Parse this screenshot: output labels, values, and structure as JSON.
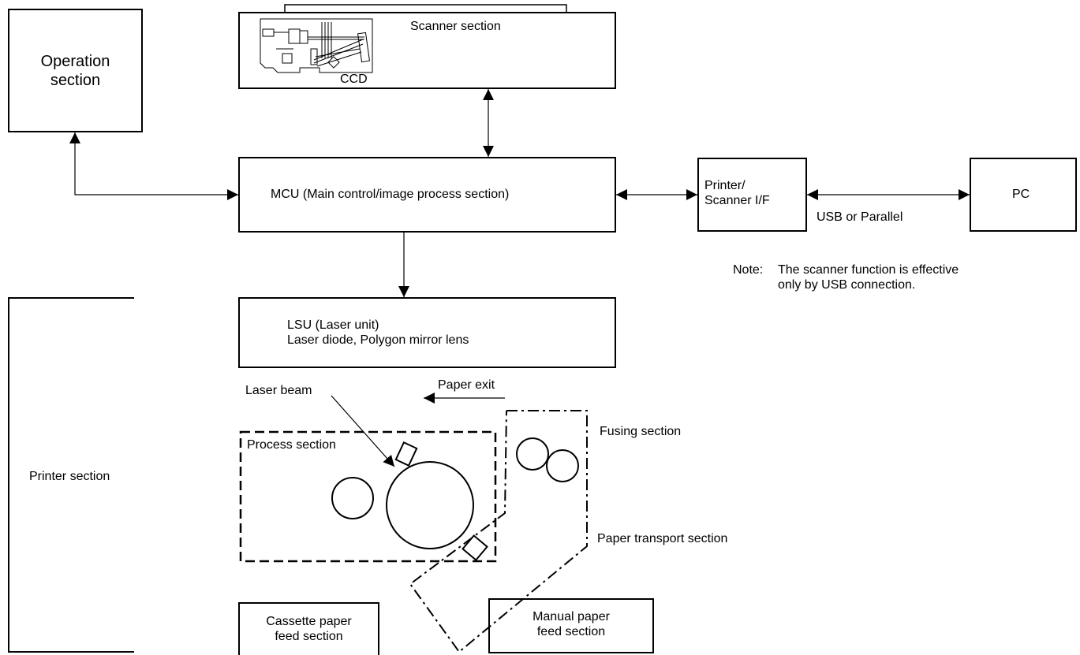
{
  "labels": {
    "operation_line1": "Operation",
    "operation_line2": "section",
    "scanner": "Scanner section",
    "ccd": "CCD",
    "mcu": "MCU (Main control/image process section)",
    "interface_line1": "Printer/",
    "interface_line2": "Scanner I/F",
    "pc": "PC",
    "usb_parallel": "USB or Parallel",
    "note_prefix": "Note:",
    "note_line1": "The scanner function is effective",
    "note_line2": "only by USB connection.",
    "lsu_line1": "LSU (Laser unit)",
    "lsu_line2": "Laser diode, Polygon mirror lens",
    "laser_beam": "Laser beam",
    "paper_exit": "Paper exit",
    "process": "Process section",
    "fusing": "Fusing section",
    "printer": "Printer section",
    "paper_transport": "Paper transport section",
    "cassette_line1": "Cassette paper",
    "cassette_line2": "feed section",
    "manual_line1": "Manual paper",
    "manual_line2": "feed section"
  }
}
